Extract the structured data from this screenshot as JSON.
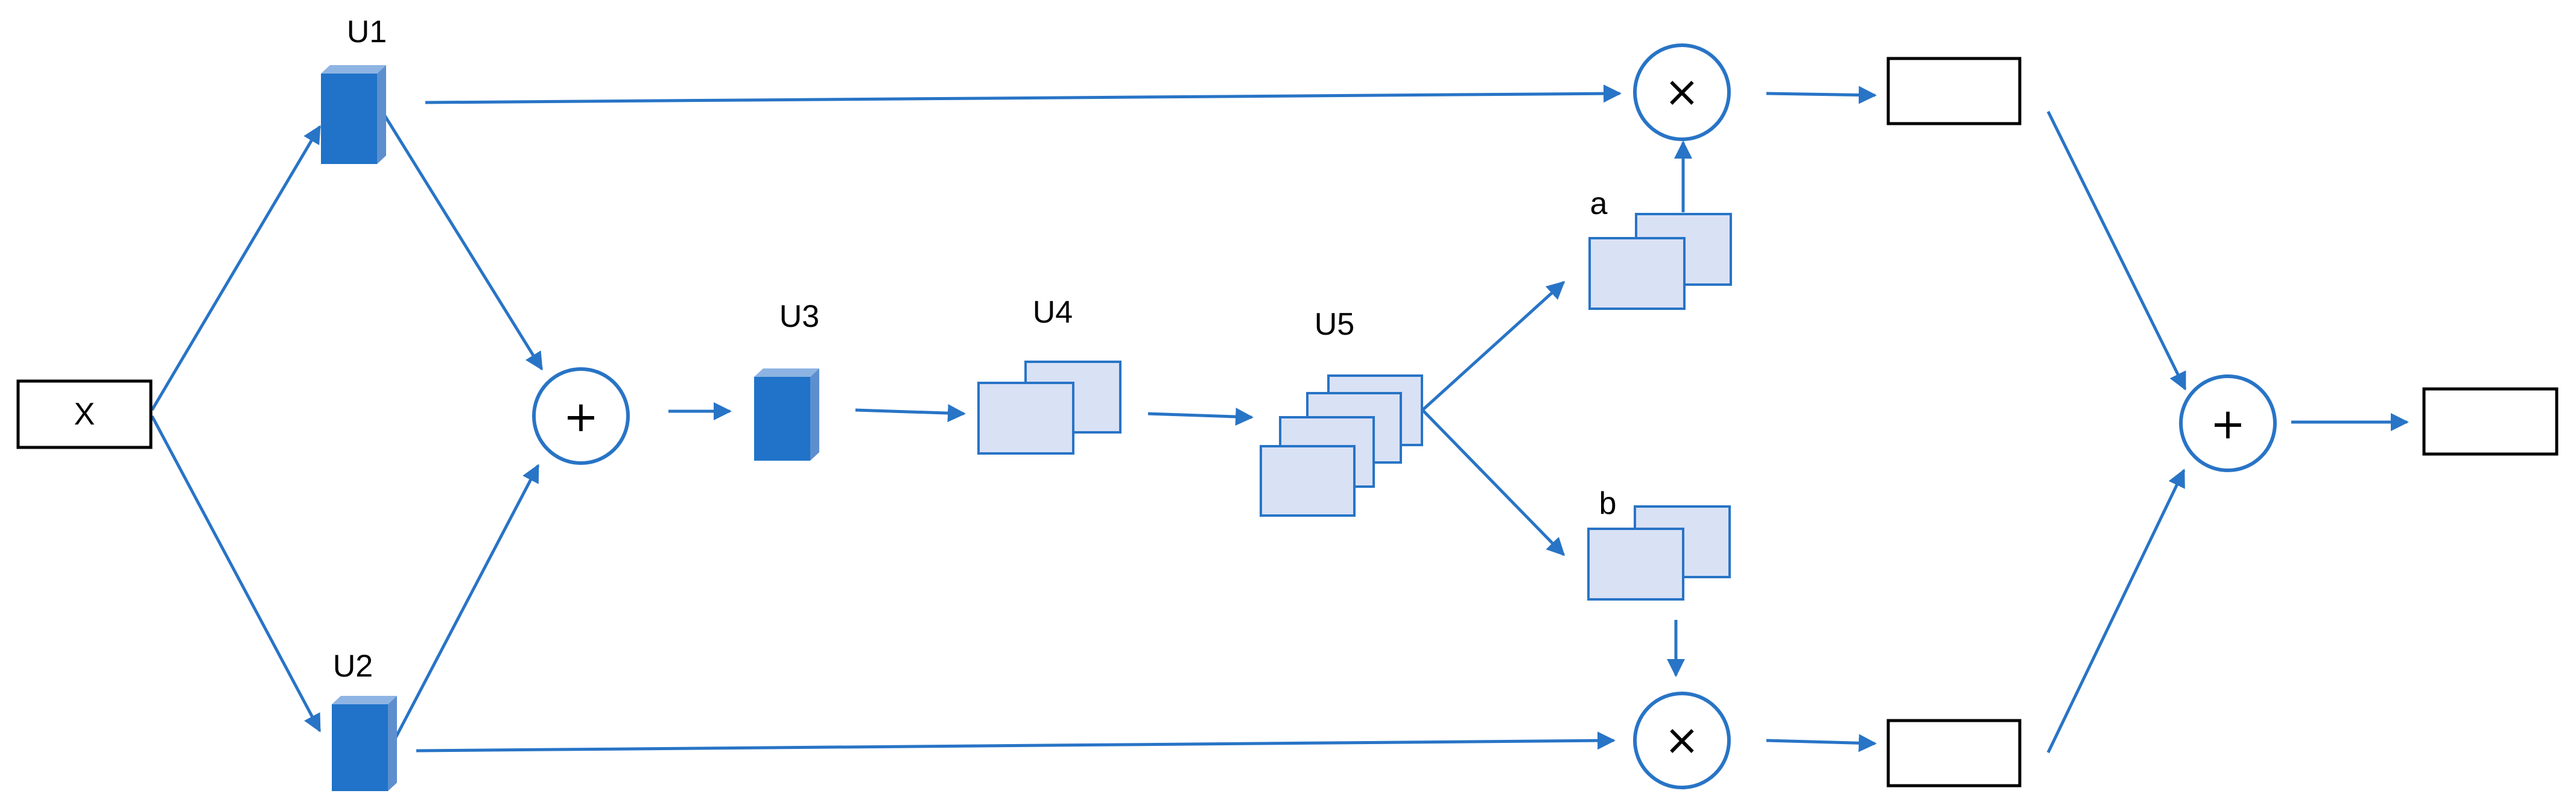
{
  "diagram": {
    "input_label": "X",
    "nodes": {
      "u1": "U1",
      "u2": "U2",
      "u3": "U3",
      "u4": "U4",
      "u5": "U5",
      "a": "a",
      "b": "b"
    },
    "operators": {
      "add": "+",
      "multiply": "×"
    }
  },
  "colors": {
    "accent": "#2874C6",
    "block_fill": "#2073C8",
    "feature_map_fill": "#D9E1F5",
    "box_stroke": "#000000"
  }
}
